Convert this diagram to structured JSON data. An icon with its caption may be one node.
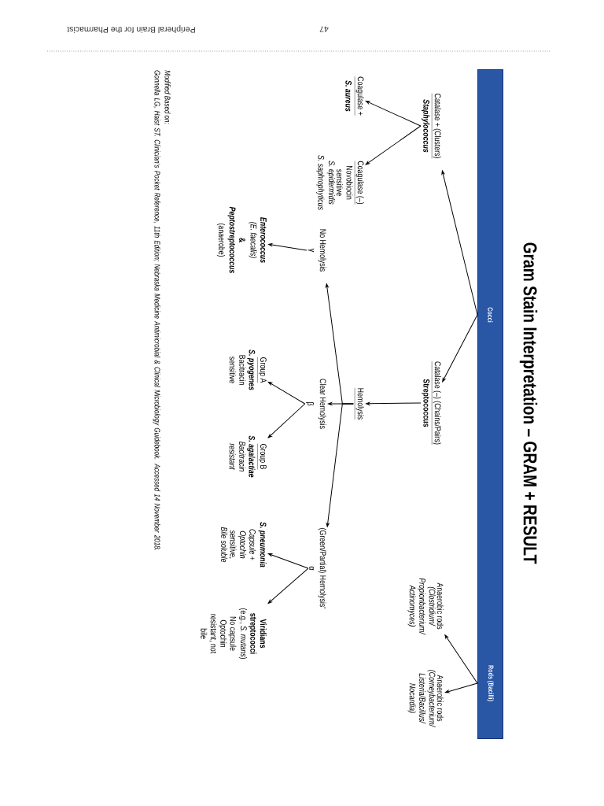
{
  "diagram": {
    "title": "Gram Stain Interpretation – GRAM + RESULT",
    "nodes": [
      {
        "text": [],
        "shape": "bar"
      },
      {
        "text": [
          "Cocci"
        ],
        "in": 0
      },
      {
        "text": [
          "Rods (Bacilli)"
        ],
        "in": 0
      },
      {
        "text": [
          "Catalase + (Clusters)",
          "Staphylococcus"
        ]
      },
      {
        "text": [
          "Catalase (–) (Chains/Pairs)",
          "Streptococcus"
        ]
      },
      {
        "text": [
          "Anaerobic rods",
          "(Clostridium/ Propionbacterium/ Actinomyces)"
        ]
      },
      {
        "text": [
          "Anaerobic rods",
          "(Corneybacterium/ Listeria/Bacillus/ Nocardia)"
        ]
      },
      {
        "text": [
          "Coagulase +",
          "S. aureus"
        ]
      },
      {
        "text": [
          "Coagulase (–)",
          "Novobiocin sensitive",
          "S. epidermidis",
          "S. saphrophyticus"
        ]
      },
      {
        "text": [
          "Hemolysis"
        ]
      },
      {
        "text": [
          "No Hemolysis"
        ],
        "beside": [
          "γ"
        ]
      },
      {
        "text": [
          "Clear Hemolysis"
        ],
        "beside": [
          "β"
        ]
      },
      {
        "text": [
          "(Green/Partial) Hemolysis'"
        ],
        "beside": [
          "α"
        ]
      },
      {
        "text": [
          "Enterococcus",
          "(E. faecalis)",
          "&",
          "Peptostreptococcus",
          "(anaerobe)"
        ]
      },
      {
        "text": [
          "Group A",
          "S. pyogenes",
          "Bacitracin sensitive"
        ]
      },
      {
        "text": [
          "Group B",
          "S. agalactiae",
          "Bacitracin resistant"
        ]
      },
      {
        "text": [
          "S. pneumonia",
          "Capsule +",
          "Optochin sensitive,",
          "Bile soluble"
        ]
      },
      {
        "text": [
          "Viridians streptococci",
          "(e.g., *S. mutans*)",
          "No capsule",
          "Optochin resistant, not bile"
        ]
      }
    ],
    "edges": [
      {
        "from": 1,
        "to": 3,
        "arrow": "to"
      },
      {
        "from": 1,
        "to": 4,
        "arrow": "to"
      },
      {
        "from": 2,
        "to": 5,
        "arrow": "to"
      },
      {
        "from": 2,
        "to": 6,
        "arrow": "to"
      },
      {
        "from": 3,
        "to": 7,
        "arrow": "to"
      },
      {
        "from": 3,
        "to": 8,
        "arrow": "to"
      },
      {
        "from": 4,
        "to": 9,
        "arrow": "to"
      },
      {
        "from": 9,
        "to": 10,
        "arrow": "to"
      },
      {
        "from": 9,
        "to": 11,
        "arrow": "to"
      },
      {
        "from": 9,
        "to": 12,
        "arrow": "to"
      },
      {
        "from": 10,
        "to": 13,
        "arrow": "to"
      },
      {
        "from": 11,
        "to": 14,
        "arrow": "to"
      },
      {
        "from": 11,
        "to": 15,
        "arrow": "to"
      },
      {
        "from": 12,
        "to": 16,
        "arrow": "to"
      },
      {
        "from": 12,
        "to": 17,
        "arrow": "to"
      }
    ],
    "labels": [
      "Peripheral Brain for the Pharmacist",
      "47",
      "Modified Based on:",
      "Gonnella LG, Haist ST. Clinician's Pocket Reference, 11th Edition; Nebraska Medicine Antimicrobial & Clinical Microbiology Guidebook. Accessed 14 November 2018."
    ]
  }
}
